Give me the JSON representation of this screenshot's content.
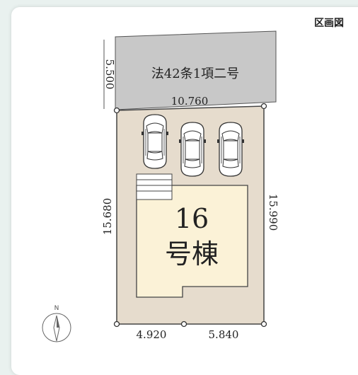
{
  "header": {
    "label": "区画図"
  },
  "road": {
    "label": "法42条1項二号",
    "width": "5.500"
  },
  "dimensions": {
    "top": "10.760",
    "left": "15.680",
    "right": "15.990",
    "bottom_left": "4.920",
    "bottom_right": "5.840"
  },
  "lot": {
    "number": "16",
    "suffix": "号棟"
  },
  "compass": {
    "label": "N"
  },
  "colors": {
    "road": "#c8c8c8",
    "lot_area": "#e6dccd",
    "building": "#fbf2d7",
    "outline": "#444444"
  },
  "icons": [
    "car-icon",
    "car-icon",
    "car-icon",
    "north-arrow-icon"
  ]
}
